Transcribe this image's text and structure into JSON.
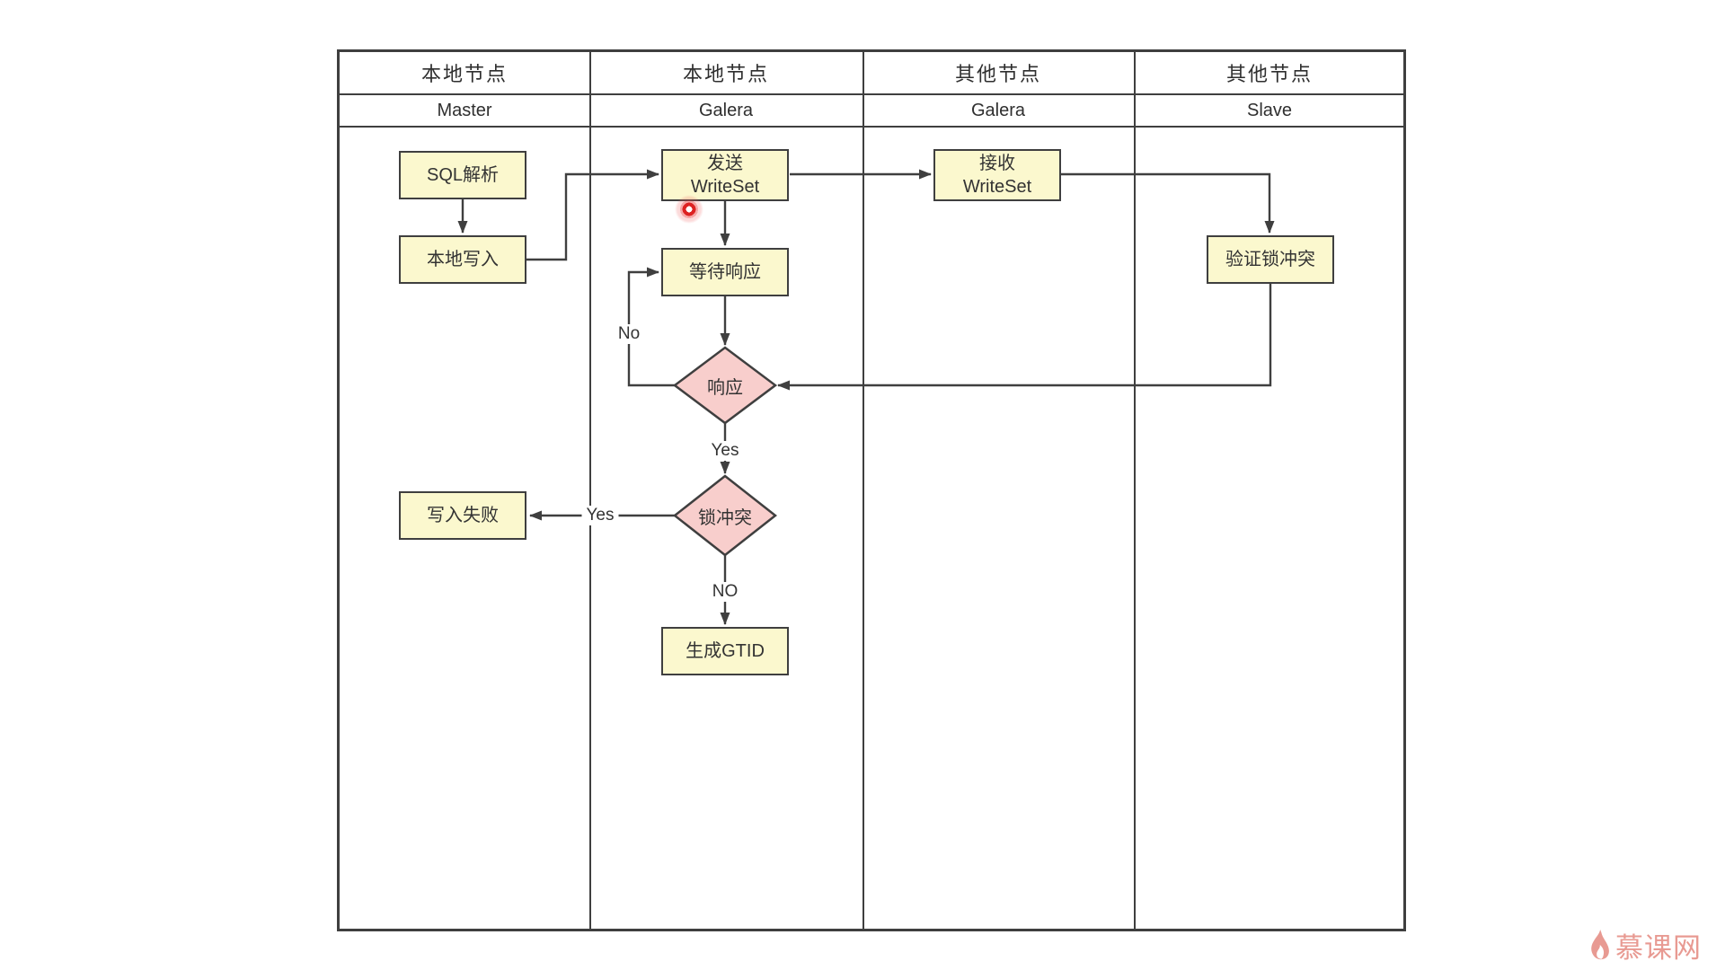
{
  "lanes": {
    "lane1": {
      "group": "本地节点",
      "role": "Master"
    },
    "lane2": {
      "group": "本地节点",
      "role": "Galera"
    },
    "lane3": {
      "group": "其他节点",
      "role": "Galera"
    },
    "lane4": {
      "group": "其他节点",
      "role": "Slave"
    }
  },
  "nodes": {
    "sql_parse": {
      "label": "SQL解析"
    },
    "local_write": {
      "label": "本地写入"
    },
    "send_writeset": {
      "line1": "发送",
      "line2": "WriteSet"
    },
    "wait_response": {
      "label": "等待响应"
    },
    "response": {
      "label": "响应"
    },
    "lock_conflict": {
      "label": "锁冲突"
    },
    "generate_gtid": {
      "label": "生成GTID"
    },
    "write_fail": {
      "label": "写入失败"
    },
    "receive_writeset": {
      "line1": "接收",
      "line2": "WriteSet"
    },
    "verify_lock": {
      "label": "验证锁冲突"
    }
  },
  "edge_labels": {
    "response_no": "No",
    "response_yes": "Yes",
    "lock_yes": "Yes",
    "lock_no": "NO"
  },
  "watermark": {
    "brand": "慕课网"
  },
  "colors": {
    "process_fill": "#FBF8CE",
    "decision_fill": "#F8CECC",
    "line": "#3F3F3F",
    "text": "#333333",
    "watermark": "#E89A92",
    "cursor_dot": "#DD2222",
    "background": "#FFFFFF"
  }
}
